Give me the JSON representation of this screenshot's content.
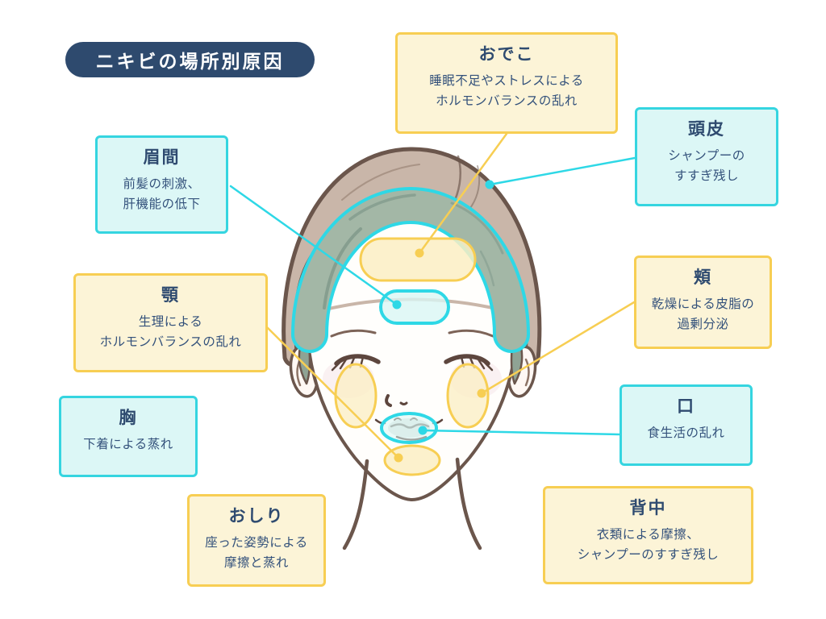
{
  "title_badge": {
    "text": "ニキビの場所別原因"
  },
  "colors": {
    "badge_bg": "#2E4A6E",
    "yellow_border": "#F7CE53",
    "yellow_bg": "#FCF4D7",
    "cyan_border": "#35D5E0",
    "cyan_bg": "#DCF7F6",
    "text_navy": "#2F4B70",
    "hair": "#C9B6A9",
    "hair_outline": "#6B564C",
    "scalp_band": "#A3B7A6"
  },
  "labels": {
    "odeko": {
      "title": "おでこ",
      "body": "睡眠不足やストレスによる\nホルモンバランスの乱れ",
      "color": "yellow"
    },
    "touhi": {
      "title": "頭皮",
      "body": "シャンプーの\nすすぎ残し",
      "color": "cyan"
    },
    "miken": {
      "title": "眉間",
      "body": "前髪の刺激、\n肝機能の低下",
      "color": "cyan"
    },
    "ago": {
      "title": "顎",
      "body": "生理による\nホルモンバランスの乱れ",
      "color": "yellow"
    },
    "hoho": {
      "title": "頬",
      "body": "乾燥による皮脂の\n過剰分泌",
      "color": "yellow"
    },
    "kuchi": {
      "title": "口",
      "body": "食生活の乱れ",
      "color": "cyan"
    },
    "mune": {
      "title": "胸",
      "body": "下着による蒸れ",
      "color": "cyan"
    },
    "oshiri": {
      "title": "おしり",
      "body": "座った姿勢による\n摩擦と蒸れ",
      "color": "yellow"
    },
    "senaka": {
      "title": "背中",
      "body": "衣類による摩擦、\nシャンプーのすすぎ残し",
      "color": "yellow"
    }
  }
}
